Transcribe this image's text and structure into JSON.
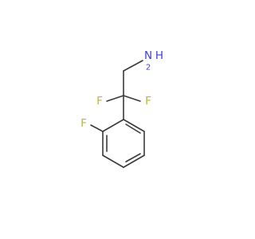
{
  "molecule": {
    "atoms": {
      "amine_N": "N",
      "amine_H": "H",
      "amine_H_count": "2",
      "fluorine_1": "F",
      "fluorine_2": "F",
      "fluorine_ring": "F"
    },
    "colors": {
      "bond": "#3a3a3a",
      "nitrogen": "#3c40d8",
      "fluorine": "#b9b934"
    }
  }
}
